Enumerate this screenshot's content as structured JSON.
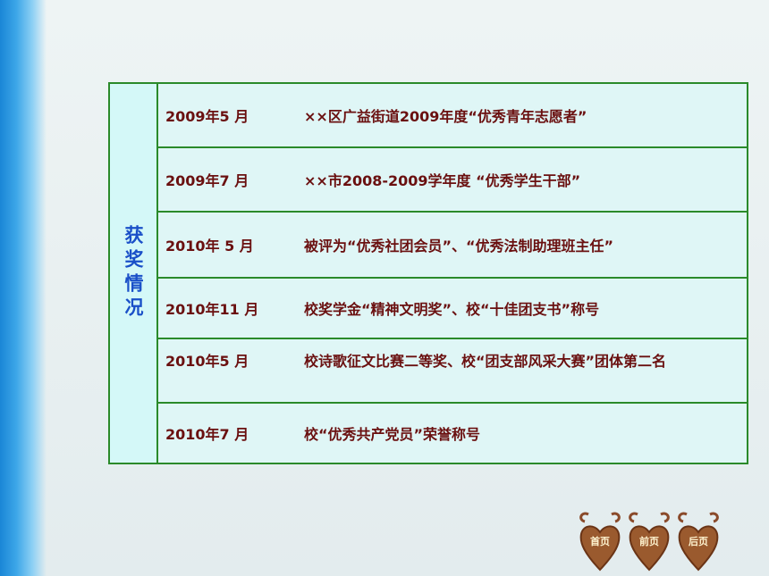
{
  "awards": {
    "side_label": "获奖情况",
    "rows": [
      {
        "date": "2009年5 月",
        "desc": "××区广益街道2009年度“优秀青年志愿者”"
      },
      {
        "date": "2009年7 月",
        "desc": "××市2008-2009学年度 “优秀学生干部”"
      },
      {
        "date": "2010年 5 月",
        "desc": "被评为“优秀社团会员”、“优秀法制助理班主任”"
      },
      {
        "date": "2010年11 月",
        "desc": "校奖学金“精神文明奖”、校“十佳团支书”称号"
      },
      {
        "date": "2010年5  月",
        "desc": "校诗歌征文比赛二等奖、校“团支部风采大赛”团体第二名"
      },
      {
        "date": "2010年7  月",
        "desc": "校“优秀共产党员”荣誉称号"
      }
    ]
  },
  "nav": {
    "home_label": "首页",
    "prev_label": "前页",
    "next_label": "后页"
  },
  "colors": {
    "border": "#2a8a2a",
    "side_bg": "#d4f8f8",
    "row_bg": "#dff6f6",
    "row_text": "#6a1010",
    "side_text": "#1a50c8"
  }
}
